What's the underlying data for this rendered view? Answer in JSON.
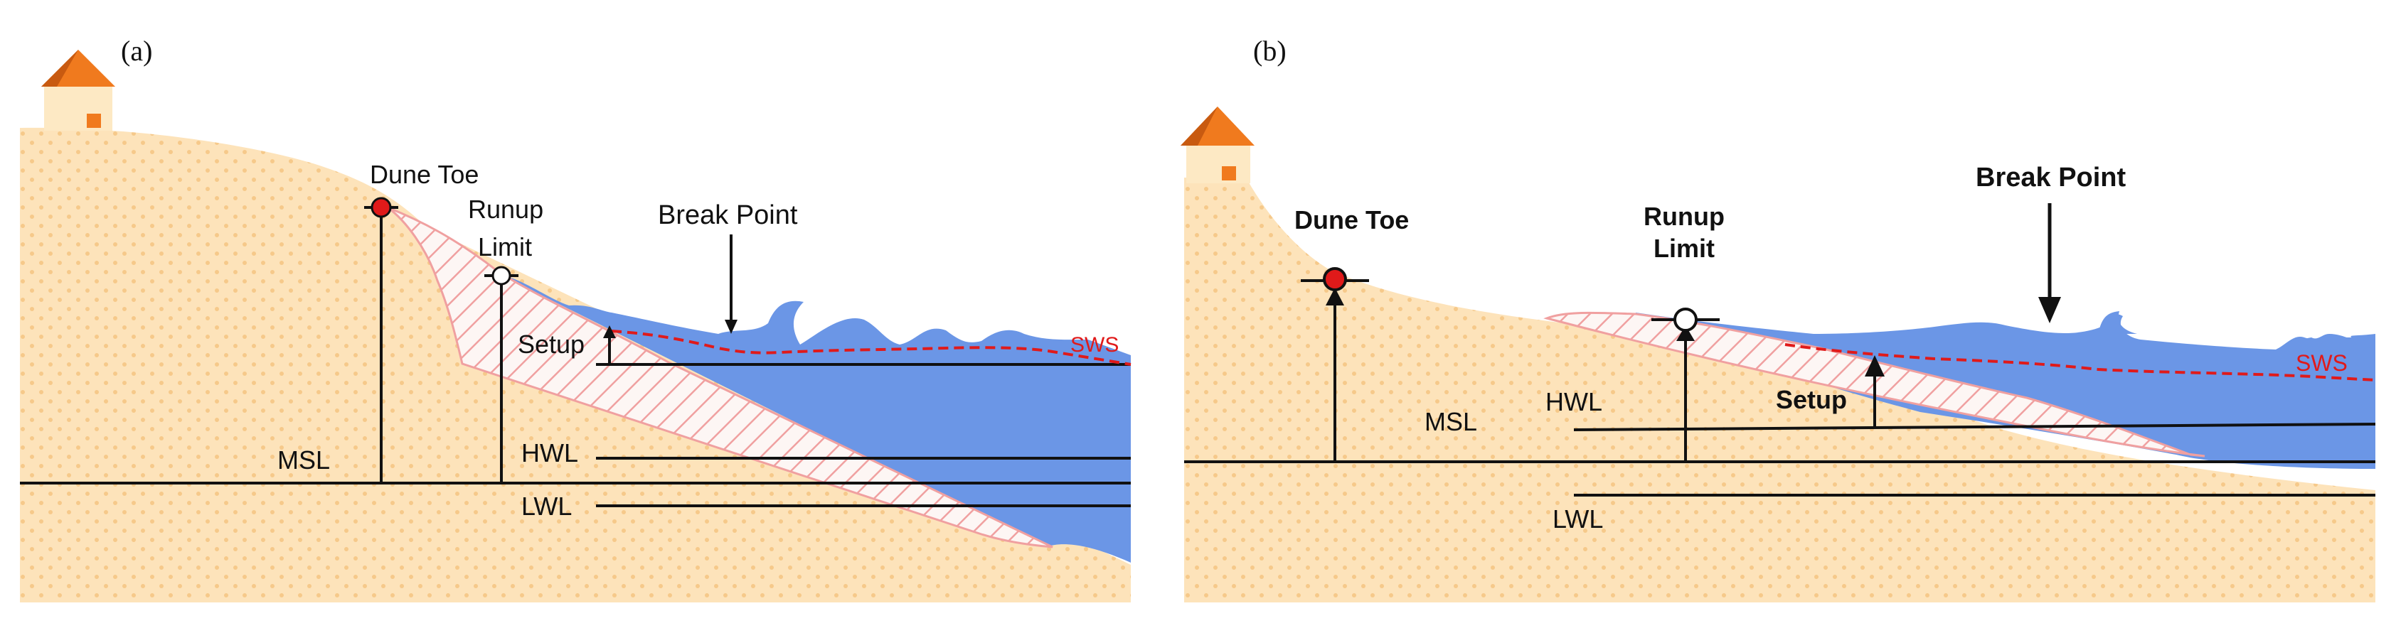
{
  "panels": [
    {
      "tag": "(a)",
      "dune_toe": "Dune Toe",
      "runup_limit_line1": "Runup",
      "runup_limit_line2": "Limit",
      "break_point": "Break Point",
      "setup": "Setup",
      "sws": "SWS",
      "msl": "MSL",
      "hwl": "HWL",
      "lwl": "LWL"
    },
    {
      "tag": "(b)",
      "dune_toe": "Dune Toe",
      "runup_limit_line1": "Runup",
      "runup_limit_line2": "Limit",
      "break_point": "Break Point",
      "setup": "Setup",
      "sws": "SWS",
      "msl": "MSL",
      "hwl": "HWL",
      "lwl": "LWL"
    }
  ],
  "colors": {
    "sand": "#fde3ba",
    "sand_dots": "#f6c98a",
    "water": "#6b96e6",
    "hatch": "#f0a0a0",
    "sws_line": "#e01a1a",
    "marker_red": "#e01a1a",
    "roof": "#f07a1e",
    "house_wall": "#fde9c4",
    "window": "#f07a1e"
  }
}
